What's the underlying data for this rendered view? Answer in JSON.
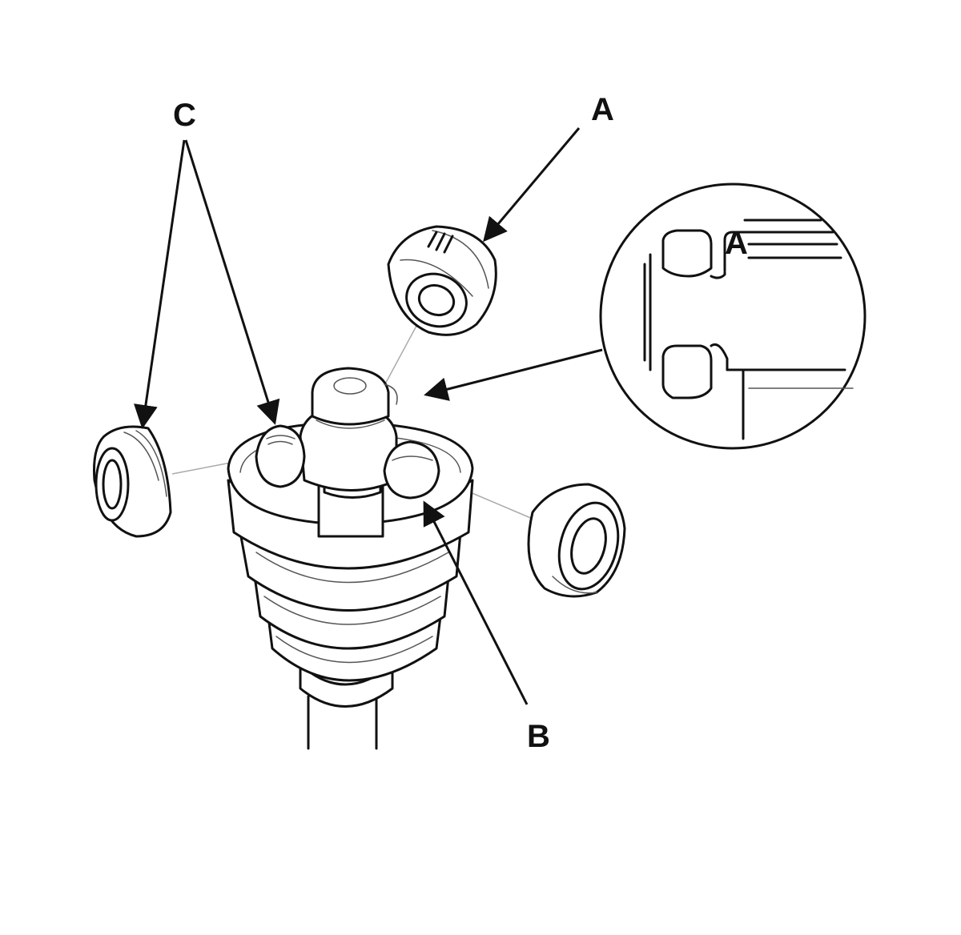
{
  "labels": {
    "a_main": "A",
    "a_detail": "A",
    "b": "B",
    "c": "C"
  }
}
